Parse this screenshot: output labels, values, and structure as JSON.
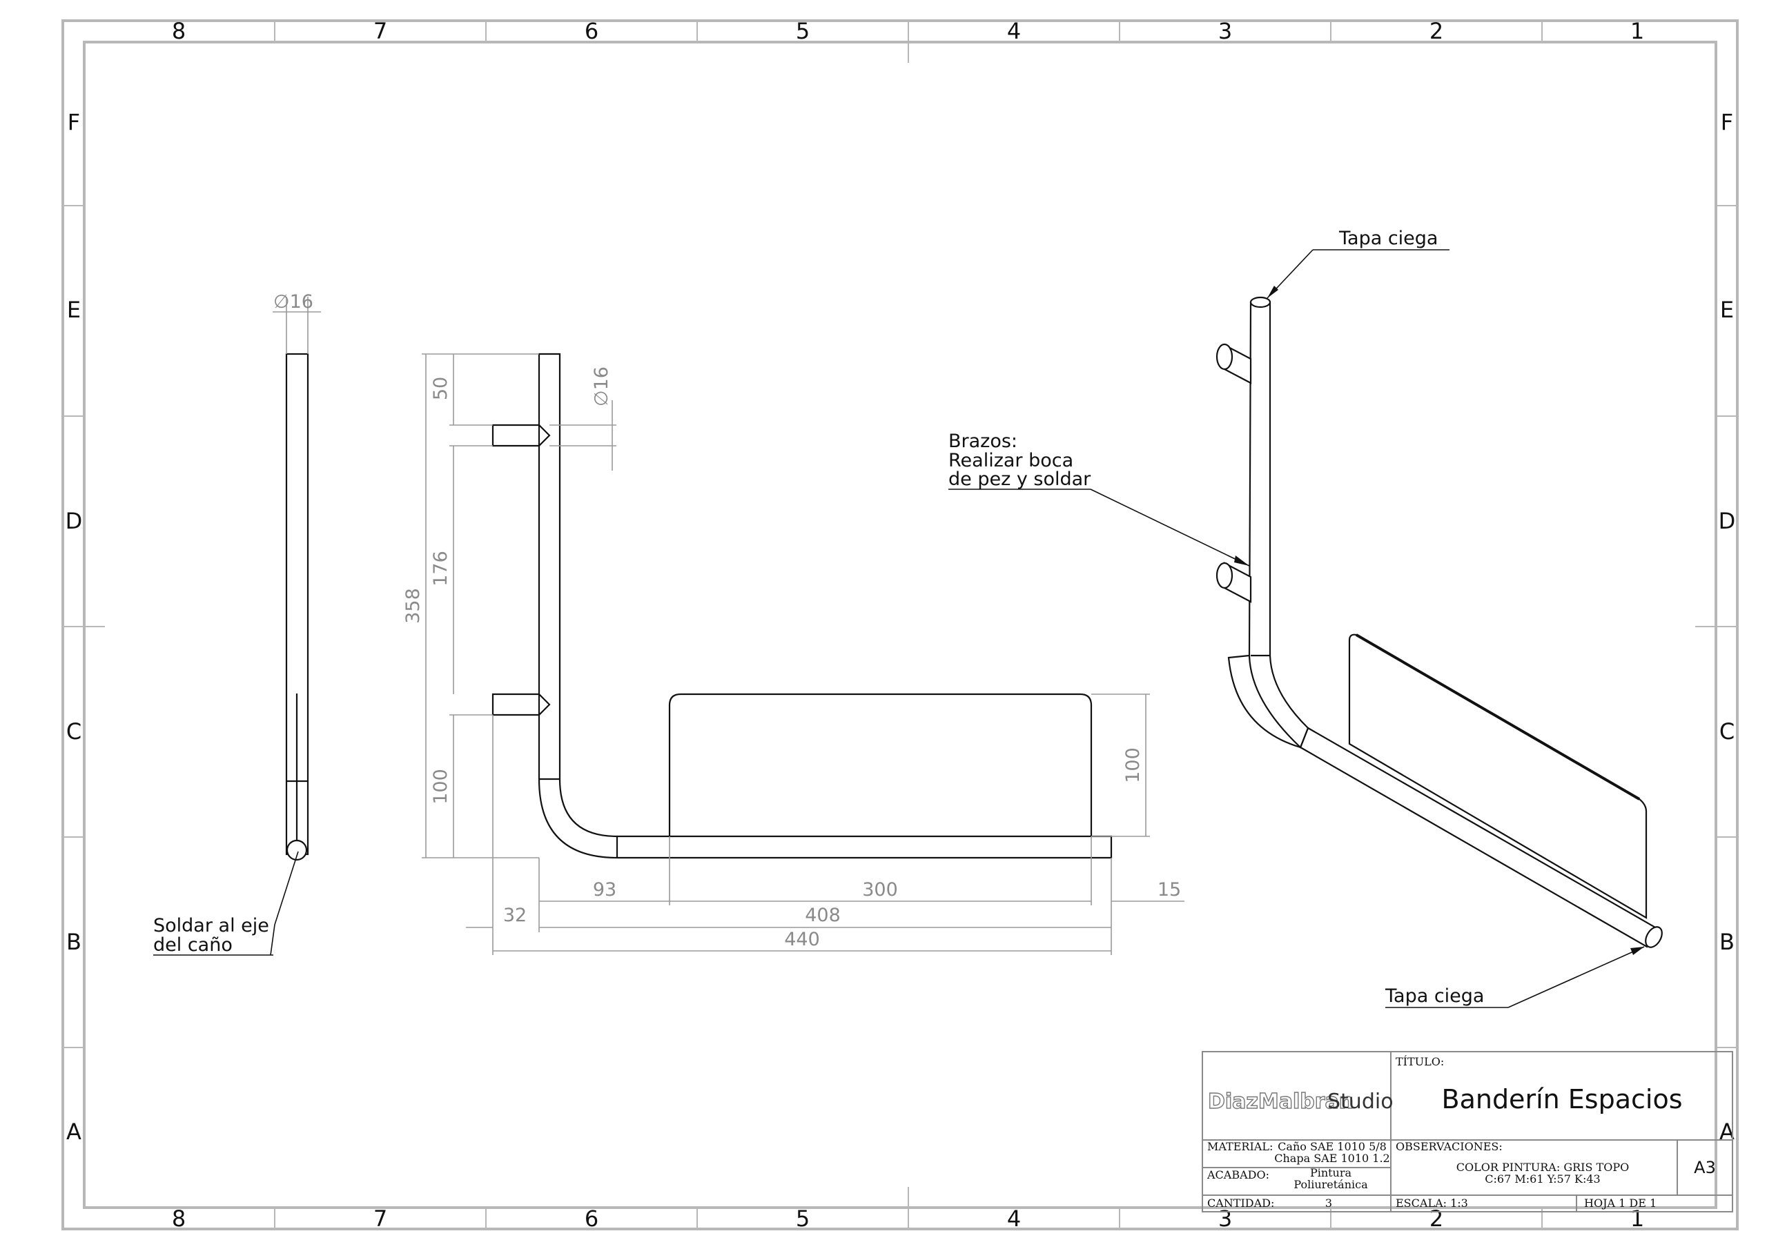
{
  "zones": {
    "columns": [
      "8",
      "7",
      "6",
      "5",
      "4",
      "3",
      "2",
      "1"
    ],
    "rows": [
      "F",
      "E",
      "D",
      "C",
      "B",
      "A"
    ]
  },
  "dimensions": {
    "side_dia": "∅16",
    "front_dia": "∅16",
    "d50": "50",
    "d176": "176",
    "d358": "358",
    "d100_left": "100",
    "d100_plate": "100",
    "d93": "93",
    "d300": "300",
    "d15": "15",
    "d32": "32",
    "d408": "408",
    "d440": "440"
  },
  "notes": {
    "soldar_line1": "Soldar al eje",
    "soldar_line2": "del caño",
    "tapa_top": "Tapa ciega",
    "tapa_bottom": "Tapa ciega",
    "brazos_line1": "Brazos:",
    "brazos_line2": "Realizar boca",
    "brazos_line3": "de pez y soldar"
  },
  "title_block": {
    "logo_bold": "DiazMalbran",
    "logo_light": "Studio",
    "titulo_label": "TÍTULO:",
    "title": "Banderín Espacios",
    "material_label": "MATERIAL:",
    "material_line1": "Caño SAE 1010 5/8",
    "material_line2": "Chapa SAE 1010 1.2",
    "acabado_label": "ACABADO:",
    "acabado_line1": "Pintura",
    "acabado_line2": "Poliuretánica",
    "cantidad_label": "CANTIDAD:",
    "cantidad": "3",
    "observaciones_label": "OBSERVACIONES:",
    "obs_line1": "COLOR PINTURA: GRIS TOPO",
    "obs_line2": "C:67 M:61 Y:57 K:43",
    "escala": "ESCALA: 1:3",
    "hoja": "HOJA 1 DE 1",
    "size": "A3"
  }
}
